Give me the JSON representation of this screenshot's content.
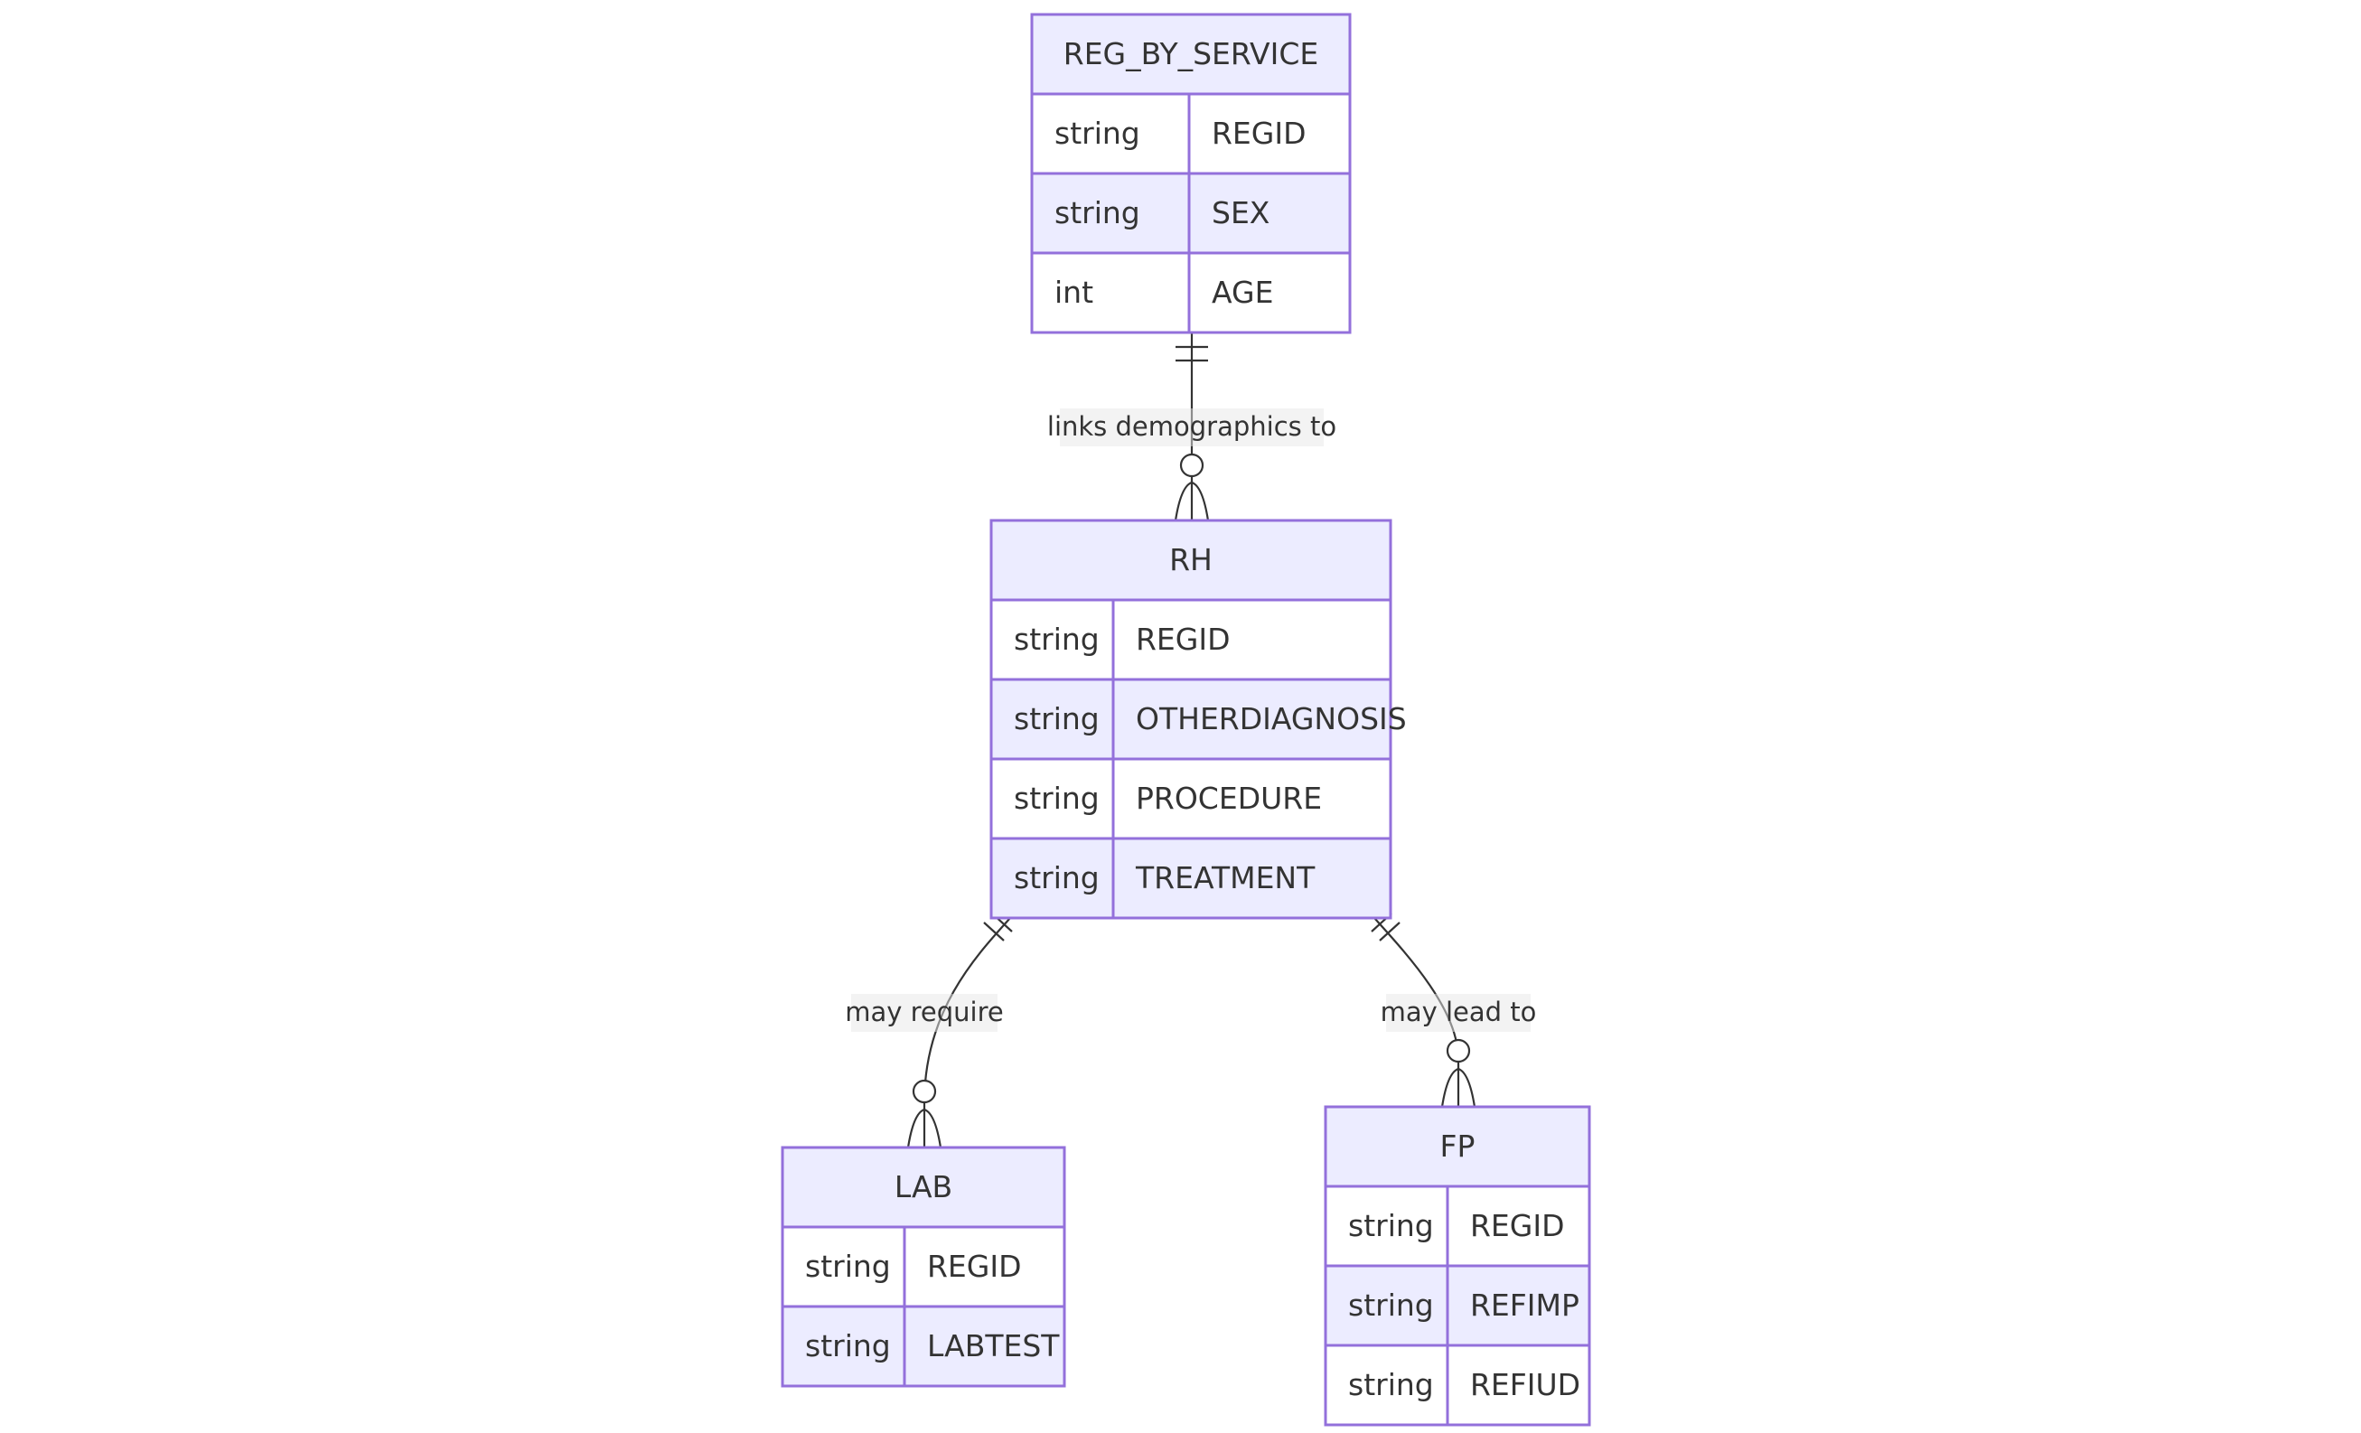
{
  "colors": {
    "entity_fill": "#ececff",
    "entity_stroke": "#9370db",
    "row_alt_fill": "#ffffff",
    "line": "#333333",
    "text": "#333333"
  },
  "entities": [
    {
      "id": "reg_by_service",
      "name": "REG_BY_SERVICE",
      "attributes": [
        {
          "type": "string",
          "name": "REGID"
        },
        {
          "type": "string",
          "name": "SEX"
        },
        {
          "type": "int",
          "name": "AGE"
        }
      ]
    },
    {
      "id": "rh",
      "name": "RH",
      "attributes": [
        {
          "type": "string",
          "name": "REGID"
        },
        {
          "type": "string",
          "name": "OTHERDIAGNOSIS"
        },
        {
          "type": "string",
          "name": "PROCEDURE"
        },
        {
          "type": "string",
          "name": "TREATMENT"
        }
      ]
    },
    {
      "id": "lab",
      "name": "LAB",
      "attributes": [
        {
          "type": "string",
          "name": "REGID"
        },
        {
          "type": "string",
          "name": "LABTEST"
        }
      ]
    },
    {
      "id": "fp",
      "name": "FP",
      "attributes": [
        {
          "type": "string",
          "name": "REGID"
        },
        {
          "type": "string",
          "name": "REFIMP"
        },
        {
          "type": "string",
          "name": "REFIUD"
        }
      ]
    }
  ],
  "relationships": [
    {
      "id": "rel1",
      "from": "REG_BY_SERVICE",
      "to": "RH",
      "label": "links demographics to",
      "from_cardinality": "exactly-one",
      "to_cardinality": "zero-or-many"
    },
    {
      "id": "rel2",
      "from": "RH",
      "to": "LAB",
      "label": "may require",
      "from_cardinality": "exactly-one",
      "to_cardinality": "zero-or-many"
    },
    {
      "id": "rel3",
      "from": "RH",
      "to": "FP",
      "label": "may lead to",
      "from_cardinality": "exactly-one",
      "to_cardinality": "zero-or-many"
    }
  ]
}
